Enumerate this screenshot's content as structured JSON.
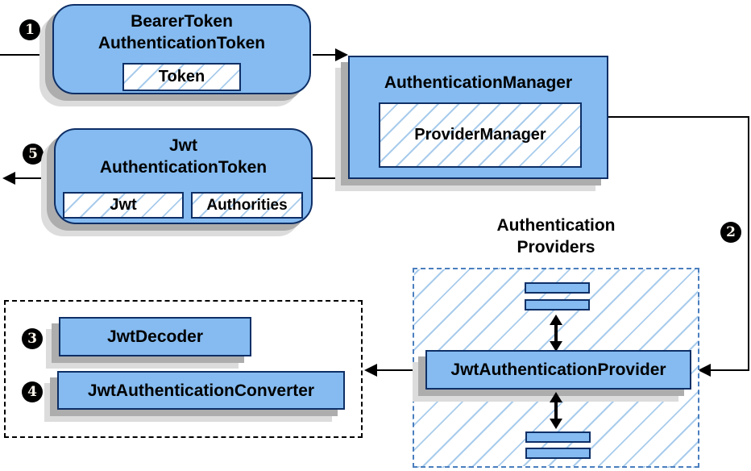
{
  "colors": {
    "box_fill": "#85BBF0",
    "box_border": "#0E2F66",
    "hatch_line": "#A9CCEC",
    "dashed_blue_border": "#4A7EBE",
    "dashed_black_border": "#000000",
    "shadow_dark": "#ADADAD",
    "shadow_light": "#DCDCDC",
    "line_color": "#000000",
    "step_circle_bg": "#000000",
    "step_circle_text": "#FFF8EE"
  },
  "nodes": {
    "bearer_token": {
      "line1": "BearerToken",
      "line2": "AuthenticationToken",
      "member": "Token"
    },
    "authentication_manager": {
      "title": "AuthenticationManager",
      "member": "ProviderManager"
    },
    "jwt_authentication_token": {
      "line1": "Jwt",
      "line2": "AuthenticationToken",
      "member1": "Jwt",
      "member2": "Authorities"
    },
    "authentication_providers": {
      "line1": "Authentication",
      "line2": "Providers"
    },
    "jwt_authentication_provider": {
      "title": "JwtAuthenticationProvider"
    },
    "jwt_decoder": {
      "title": "JwtDecoder"
    },
    "jwt_authentication_converter": {
      "title": "JwtAuthenticationConverter"
    }
  },
  "steps": {
    "s1": "1",
    "s2": "2",
    "s3": "3",
    "s4": "4",
    "s5": "5"
  }
}
